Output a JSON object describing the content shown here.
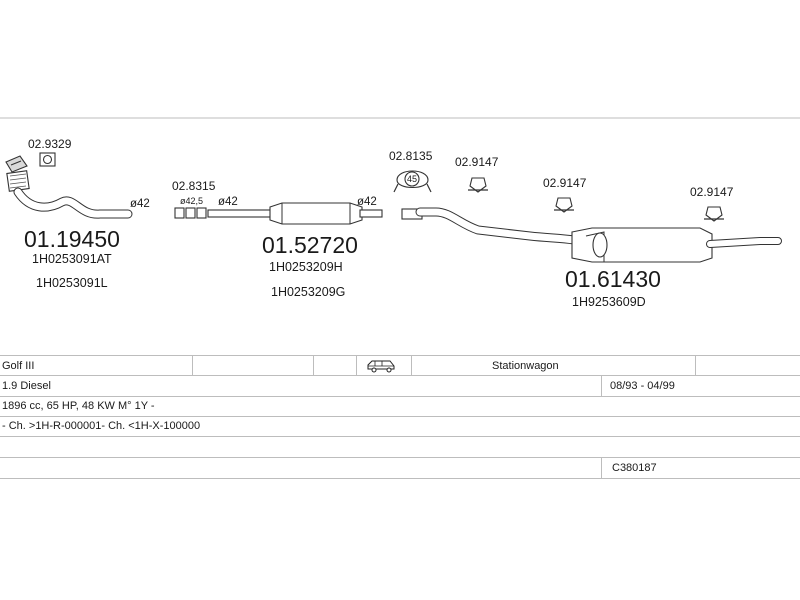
{
  "parts": {
    "p1": {
      "clamp_code": "02.9329",
      "number": "01.19450",
      "oem1": "1H0253091AT",
      "oem2": "1H0253091L",
      "diameter": "ø42"
    },
    "p2": {
      "clamp_code": "02.8315",
      "clamp_dia": "ø42,5",
      "diameter_left": "ø42",
      "number": "01.52720",
      "oem1": "1H0253209H",
      "oem2": "1H0253209G",
      "diameter_right": "ø42"
    },
    "p3": {
      "clamp_code": "02.8135",
      "clamp_size": "45",
      "hanger1_code": "02.9147",
      "hanger2_code": "02.9147",
      "hanger3_code": "02.9147",
      "number": "01.61430",
      "oem1": "1H9253609D"
    }
  },
  "vehicle": {
    "model": "Golf III",
    "body_type": "Stationwagon",
    "engine": "1.9 Diesel",
    "years": "08/93 - 04/99",
    "specs": "1896 cc, 65 HP, 48 KW M° 1Y -",
    "chassis": "- Ch. >1H-R-000001- Ch. <1H-X-100000",
    "catalog_code": "C380187"
  },
  "icons": {
    "body_icon": "station-wagon-car-icon"
  },
  "colors": {
    "line": "#333333",
    "grid": "#bdbdbd"
  }
}
